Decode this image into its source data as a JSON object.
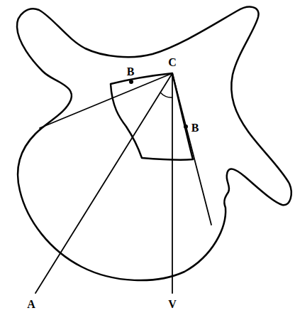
{
  "diagram": {
    "labels": [
      "B",
      "C",
      "B",
      "A",
      "V"
    ]
  }
}
